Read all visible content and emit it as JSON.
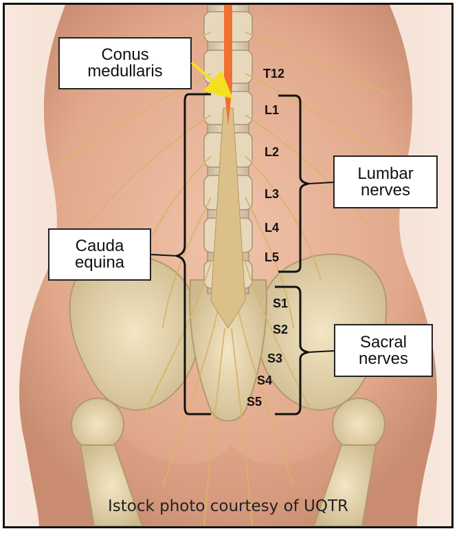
{
  "labels": {
    "conus": [
      "Conus",
      "medullaris"
    ],
    "cauda": [
      "Cauda",
      "equina"
    ],
    "lumbar": [
      "Lumbar",
      "nerves"
    ],
    "sacral": [
      "Sacral",
      "nerves"
    ]
  },
  "vertebrae": [
    "T12",
    "L1",
    "L2",
    "L3",
    "L4",
    "L5",
    "S1",
    "S2",
    "S3",
    "S4",
    "S5"
  ],
  "credit": "Istock photo courtesy of UQTR",
  "colors": {
    "skin": "#e9b9a0",
    "skin_shadow": "#c98c70",
    "bone": "#e8d8b0",
    "nerve": "#d9b46a",
    "spinal_cord": "#f07030",
    "arrow": "#f5e020"
  }
}
